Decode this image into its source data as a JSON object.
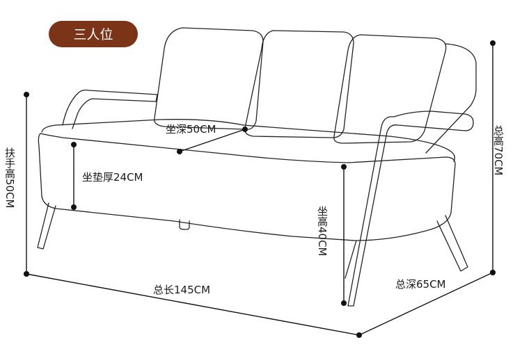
{
  "badge": {
    "text": "三人位",
    "color": "#7b3417"
  },
  "dimensions": {
    "seat_depth": "坐深50CM",
    "cushion_thickness": "坐垫厚24CM",
    "armrest_height": "扶手高50CM",
    "seat_height": "坐高40CM",
    "total_height": "总高70CM",
    "total_length": "总长145CM",
    "total_depth": "总深65CM"
  }
}
